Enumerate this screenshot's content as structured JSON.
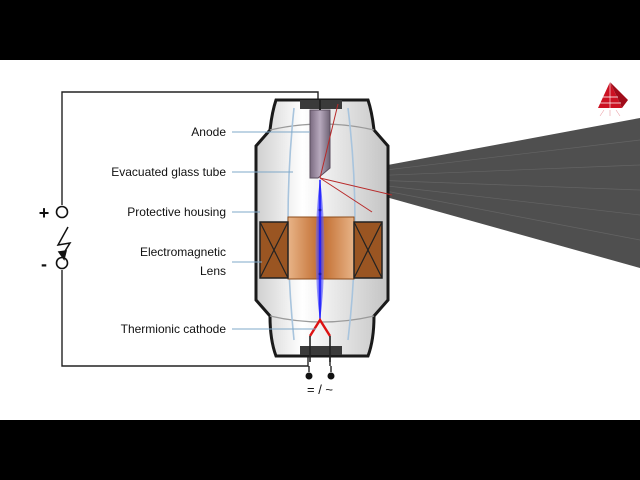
{
  "labels": {
    "anode": "Anode",
    "glass_tube": "Evacuated glass tube",
    "housing": "Protective housing",
    "lens_line1": "Electromagnetic",
    "lens_line2": "Lens",
    "cathode": "Thermionic cathode"
  },
  "power": {
    "plus": "+",
    "minus": "-",
    "supply": "= / ~"
  },
  "icons": [
    "logo-icon",
    "lightning-icon"
  ],
  "colors": {
    "beam": "#3b3bff",
    "coil": "#c8783a",
    "xray_cone": "#4f4f4f",
    "logo": "#cc1122",
    "filament": "#dd1111"
  }
}
